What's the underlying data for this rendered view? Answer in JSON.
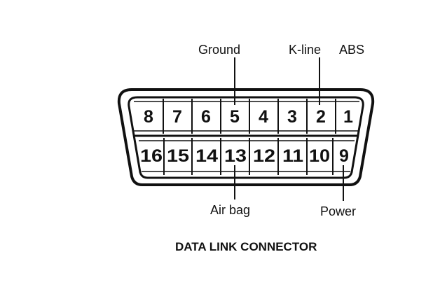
{
  "caption": "DATA LINK CONNECTOR",
  "top_row_pins": [
    "8",
    "7",
    "6",
    "5",
    "4",
    "3",
    "2",
    "1"
  ],
  "bottom_row_pins": [
    "16",
    "15",
    "14",
    "13",
    "12",
    "11",
    "10",
    "9"
  ],
  "callouts": {
    "ground": "Ground",
    "k_line": "K-line",
    "abs": "ABS",
    "air_bag": "Air bag",
    "power": "Power"
  },
  "colors": {
    "ink": "#111111",
    "background": "#ffffff"
  }
}
